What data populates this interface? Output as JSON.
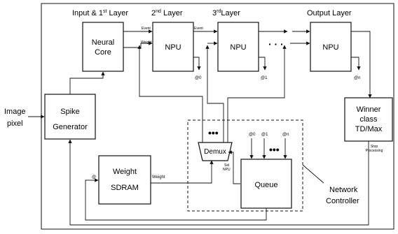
{
  "layers": {
    "input": "Input & 1",
    "input_sup": "st",
    "input_tail": " Layer",
    "second_num": "2",
    "second_sup": "nd",
    "second_tail": " Layer",
    "third_num": "3",
    "third_sup": "rd",
    "third_tail": "Layer",
    "output": "Output Layer"
  },
  "blocks": {
    "neural_core_line1": "Neural",
    "neural_core_line2": "Core",
    "npu": "NPU",
    "spike_line1": "Spike",
    "spike_line2": "Generator",
    "winner_line1": "Winner",
    "winner_line2": "class",
    "winner_line3": "TD/Max",
    "weight_line1": "Weight",
    "weight_line2": "SDRAM",
    "demux": "Demux",
    "queue": "Queue"
  },
  "signals": {
    "event": "Event",
    "weight": "Weight",
    "at0": "@0",
    "at1": "@1",
    "atn": "@n",
    "at": "@",
    "sel_line1": "Sel",
    "sel_line2": "NPU",
    "stop_line1": "Stop",
    "stop_line2": "Processing",
    "weight_out": "Weight",
    "ellipsis": "· · ·",
    "bold_dots": "•••"
  },
  "external": {
    "image_line1": "Image",
    "image_line2": "pixel",
    "network_line1": "Network",
    "network_line2": "Controller"
  }
}
